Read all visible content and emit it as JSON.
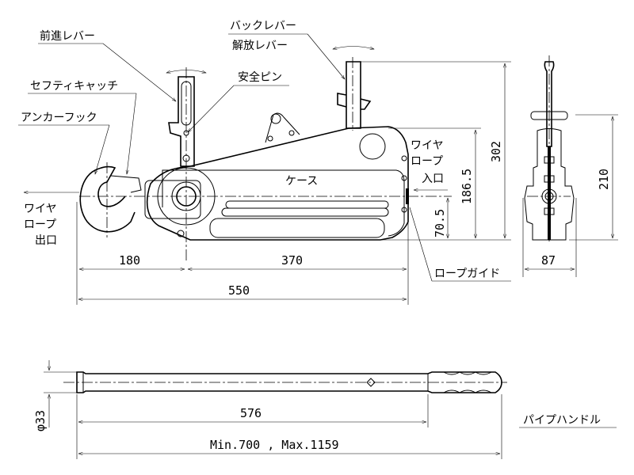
{
  "title": "Wire rope hoist dimensional drawing",
  "labels": {
    "forward_lever": "前進レバー",
    "back_lever": "バックレバー",
    "release_lever": "解放レバー",
    "safety_pin": "安全ピン",
    "safety_catch": "セフティキャッチ",
    "anchor_hook": "アンカーフック",
    "case": "ケース",
    "rope_inlet": [
      "ワイヤ",
      "ロープ",
      "入口"
    ],
    "rope_outlet": [
      "ワイヤ",
      "ロープ",
      "出口"
    ],
    "rope_guide": "ロープガイド",
    "pipe_handle": "パイプハンドル"
  },
  "dimensions": {
    "hook_to_drum": "180",
    "drum_to_guide": "370",
    "overall_length": "550",
    "overall_height": "302",
    "case_height": "186.5",
    "rope_height": "70.5",
    "side_height": "210",
    "width": "87",
    "pipe_length": "576",
    "pipe_diameter": "φ33",
    "handle_range": "Min.700 , Max.1159"
  }
}
